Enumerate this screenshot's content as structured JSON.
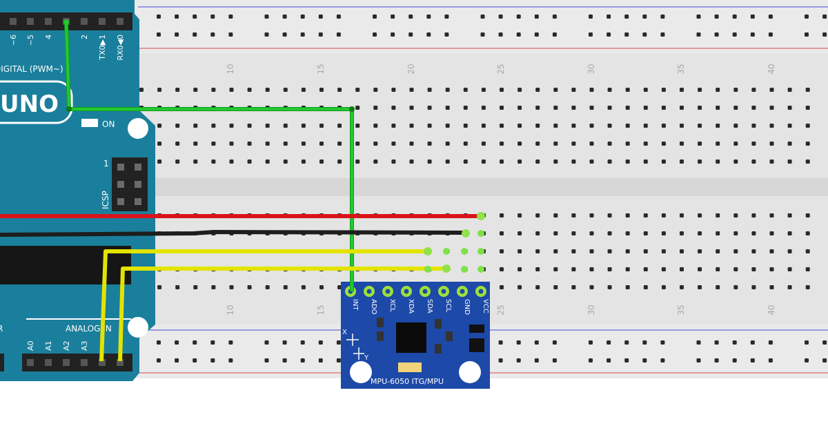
{
  "breadboard": {
    "column_numbers": [
      "10",
      "15",
      "20",
      "25",
      "30",
      "35",
      "40"
    ]
  },
  "arduino": {
    "board_name": "UNO",
    "digital_label": "DIGITAL (PWM~)",
    "digital_pins": [
      "~6",
      "~5",
      "4",
      "",
      "2",
      "TX0▶1",
      "RX0◀0"
    ],
    "on_label": "ON",
    "icsp_label": "ICSP",
    "icsp_pin1": "1",
    "analog_label": "ANALOG IN",
    "analog_pins": [
      "A0",
      "A1",
      "A2",
      "A3"
    ],
    "edge_letter": "R"
  },
  "mpu": {
    "pins": [
      "INT",
      "ADO",
      "XCL",
      "XDA",
      "SDA",
      "SCL",
      "GND",
      "VCC"
    ],
    "title": "MPU-6050 ITG/MPU",
    "axis_x": "X",
    "axis_y": "Y"
  },
  "colors": {
    "breadboard": "#e4e4e4",
    "arduino": "#1a7f9c",
    "mpu_board": "#1d49a8",
    "wire_green": "#22c92f",
    "wire_red": "#d8141a",
    "wire_black": "#1d1d1d",
    "wire_yellow": "#f2f21a"
  }
}
